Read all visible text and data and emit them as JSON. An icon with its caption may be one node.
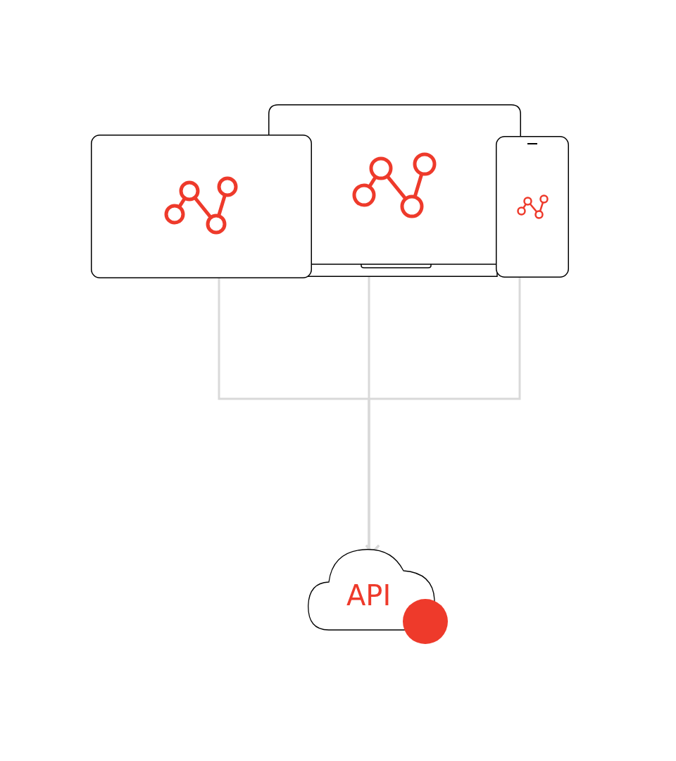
{
  "diagram": {
    "nodes": [
      {
        "text": [],
        "shape": "tablet"
      },
      {
        "text": [],
        "shape": "laptop"
      },
      {
        "text": [],
        "shape": "phone"
      },
      {
        "text": [
          "API"
        ]
      }
    ],
    "edges": [
      {
        "from": 0,
        "to": 3,
        "arrow": "to"
      },
      {
        "from": 1,
        "to": 3,
        "arrow": "to"
      },
      {
        "from": 2,
        "to": 3,
        "arrow": "to"
      }
    ]
  }
}
